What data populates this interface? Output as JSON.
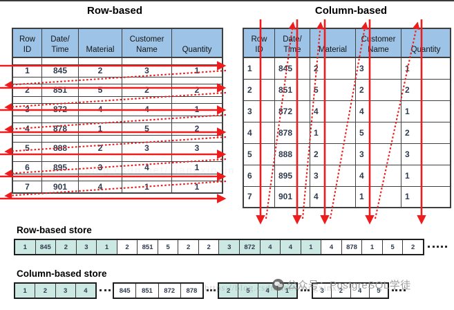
{
  "titles": {
    "left": "Row-based",
    "right": "Column-based"
  },
  "table": {
    "column_headers": [
      {
        "name": "Row ID",
        "lines": [
          "Row",
          "ID"
        ]
      },
      {
        "name": "Date/Time",
        "lines": [
          "Date/",
          "Time"
        ]
      },
      {
        "name": "Material",
        "lines": [
          "Material"
        ]
      },
      {
        "name": "Customer Name",
        "lines": [
          "Customer",
          "Name"
        ]
      },
      {
        "name": "Quantity",
        "lines": [
          "Quantity"
        ]
      }
    ],
    "rows": [
      [
        "1",
        "845",
        "2",
        "3",
        "1"
      ],
      [
        "2",
        "851",
        "5",
        "2",
        "2"
      ],
      [
        "3",
        "872",
        "4",
        "4",
        "1"
      ],
      [
        "4",
        "878",
        "1",
        "5",
        "2"
      ],
      [
        "5",
        "888",
        "2",
        "3",
        "3"
      ],
      [
        "6",
        "895",
        "3",
        "4",
        "1"
      ],
      [
        "7",
        "901",
        "4",
        "1",
        "1"
      ]
    ]
  },
  "row_store": {
    "label": "Row-based store",
    "groups": [
      {
        "values": [
          "1",
          "845",
          "2",
          "3",
          "1"
        ],
        "teal": true
      },
      {
        "values": [
          "2",
          "851",
          "5",
          "2",
          "2"
        ],
        "teal": false
      },
      {
        "values": [
          "3",
          "872",
          "4",
          "4",
          "1"
        ],
        "teal": true
      },
      {
        "values": [
          "4",
          "878",
          "1",
          "5",
          "2"
        ],
        "teal": false
      }
    ]
  },
  "column_store": {
    "label": "Column-based store",
    "groups": [
      {
        "values": [
          "1",
          "2",
          "3",
          "4"
        ],
        "teal": true
      },
      {
        "values": [
          "845",
          "851",
          "872",
          "878"
        ],
        "teal": false
      },
      {
        "values": [
          "2",
          "5",
          "4",
          "1"
        ],
        "teal": true
      },
      {
        "values": [
          "3",
          "2",
          "4",
          "5"
        ],
        "teal": false
      }
    ]
  },
  "watermark": {
    "icon": "wechat-icon",
    "text": "公众号：PostgreSQL学徒",
    "faint_text": "https://blog.csdn.net/xiangxinxin"
  },
  "colors": {
    "header_blue": "#9DC3E6",
    "teal": "#CBE8E2",
    "arrow_red": "#EE1C1C",
    "table_border": "#3F3F3F",
    "number_text": "#2E3A4D"
  }
}
